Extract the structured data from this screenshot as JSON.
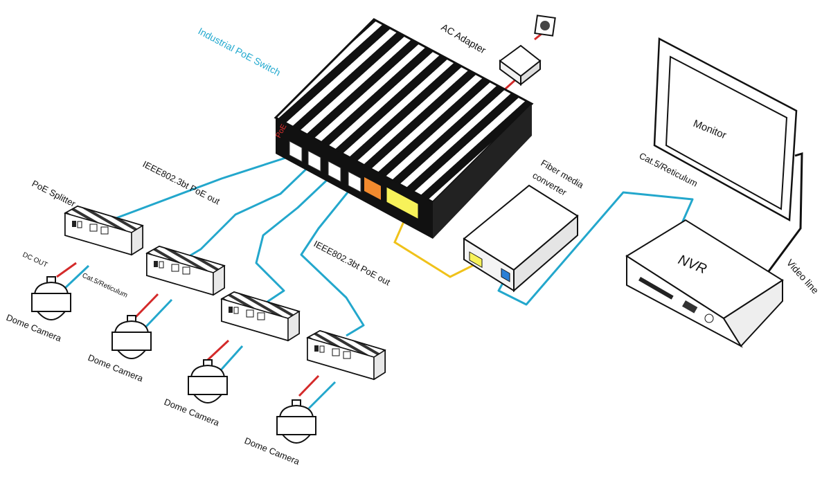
{
  "labels": {
    "switch": "Industrial PoE Switch",
    "ac_adapter": "AC Adapter",
    "monitor": "Monitor",
    "fiber_converter_line1": "Fiber media",
    "fiber_converter_line2": "converter",
    "cat5_right": "Cat.5/Reticulum",
    "nvr": "NVR",
    "video_line": "Video line",
    "poe_out_top": "IEEE802.3bt PoE out",
    "poe_out_mid": "IEEE802.3bt PoE out",
    "poe_splitter": "PoE Splitter",
    "dc_out": "DC OUT",
    "cat5_left": "Cat.5/Reticulum",
    "switch_brand": "PoE",
    "dome_cameras": [
      "Dome Camera",
      "Dome Camera",
      "Dome Camera",
      "Dome Camera"
    ]
  },
  "colors": {
    "network_cable": "#23a7cc",
    "dc_cable": "#d42a2a",
    "fiber_cable": "#f0c21a",
    "video_cable": "#111111",
    "switch_body": "#111111",
    "switch_label": "#22a9cf"
  },
  "icons": [
    "power-outlet-icon",
    "ac-adapter-icon",
    "poe-switch-icon",
    "fiber-converter-icon",
    "monitor-icon",
    "nvr-icon",
    "poe-splitter-icon",
    "dome-camera-icon"
  ]
}
